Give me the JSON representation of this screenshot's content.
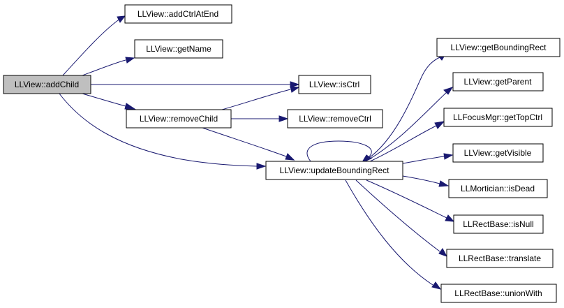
{
  "colors": {
    "edge": "#191970",
    "root_fill": "#bfbfbf",
    "node_fill": "#ffffff",
    "border": "#000000"
  },
  "nodes": {
    "addChild": "LLView::addChild",
    "addCtrlAtEnd": "LLView::addCtrlAtEnd",
    "getName": "LLView::getName",
    "isCtrl": "LLView::isCtrl",
    "removeChild": "LLView::removeChild",
    "removeCtrl": "LLView::removeCtrl",
    "updateBoundingRect": "LLView::updateBoundingRect",
    "getBoundingRect": "LLView::getBoundingRect",
    "getParent": "LLView::getParent",
    "getTopCtrl": "LLFocusMgr::getTopCtrl",
    "getVisible": "LLView::getVisible",
    "isDead": "LLMortician::isDead",
    "isNull": "LLRectBase::isNull",
    "translate": "LLRectBase::translate",
    "unionWith": "LLRectBase::unionWith"
  }
}
